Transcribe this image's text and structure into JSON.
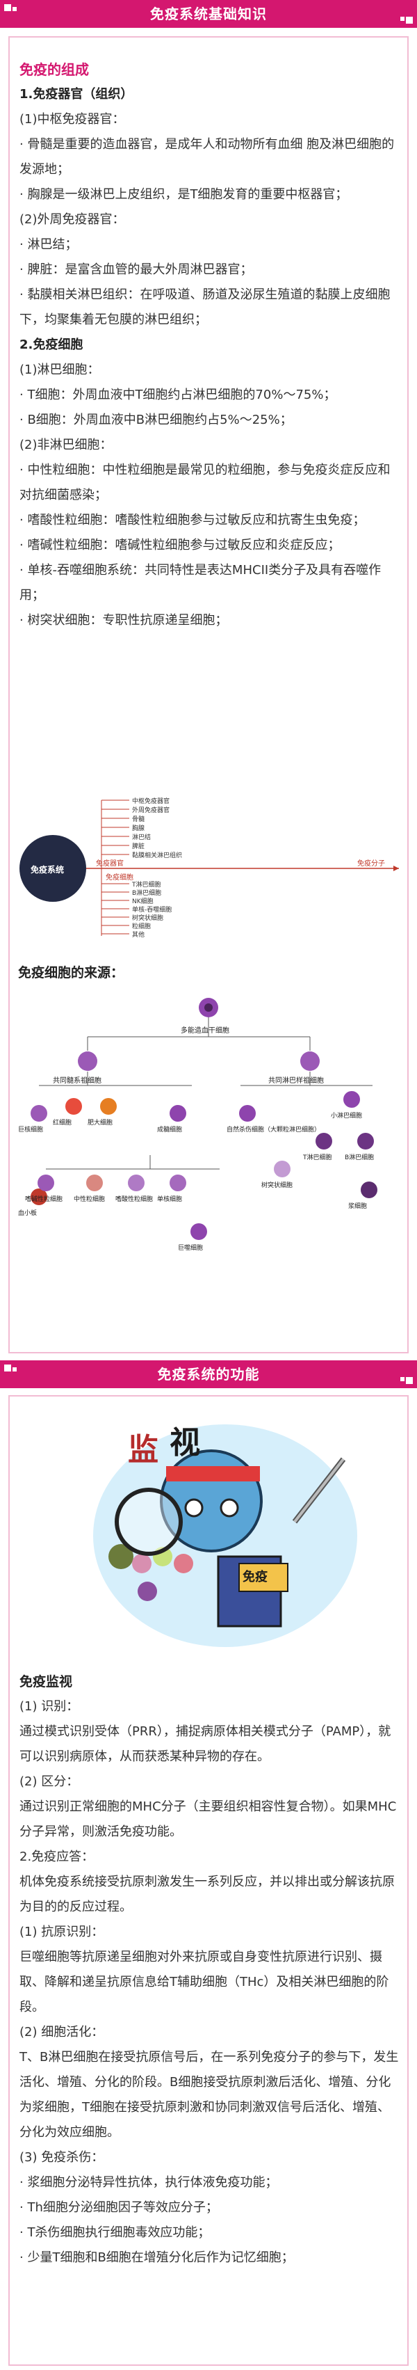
{
  "section1": {
    "header": "免疫系统基础知识",
    "heading": "免疫的组成",
    "paragraphs": [
      "1.免疫器官（组织）",
      "(1)中枢免疫器官：",
      "· 骨髓是重要的造血器官，是成年人和动物所有血细 胞及淋巴细胞的发源地；",
      "· 胸腺是一级淋巴上皮组织，是T细胞发育的重要中枢器官；",
      "(2)外周免疫器官：",
      "· 淋巴结；",
      "· 脾脏：是富含血管的最大外周淋巴器官；",
      "· 黏膜相关淋巴组织：在呼吸道、肠道及泌尿生殖道的黏膜上皮细胞下，均聚集着无包膜的淋巴组织；",
      "2.免疫细胞",
      "(1)淋巴细胞：",
      "· T细胞：外周血液中T细胞约占淋巴细胞的70%～75%；",
      "· B细胞：外周血液中B淋巴细胞约占5%～25%；",
      "(2)非淋巴细胞：",
      "· 中性粒细胞：中性粒细胞是最常见的粒细胞，参与免疫炎症反应和对抗细菌感染；",
      "· 嗜酸性粒细胞：嗜酸性粒细胞参与过敏反应和抗寄生虫免疫；",
      "· 嗜碱性粒细胞：嗜碱性粒细胞参与过敏反应和炎症反应；",
      "· 单核-吞噬细胞系统：共同特性是表达MHCII类分子及具有吞噬作用；",
      "· 树突状细胞：专职性抗原递呈细胞；"
    ],
    "diagram": {
      "center": "免疫系统",
      "organ_label": "免疫器官",
      "molecule_label": "免疫分子",
      "cell_label": "免疫细胞",
      "top_items": [
        "中枢免疫器官",
        "外周免疫器官",
        "骨髓",
        "胸腺",
        "淋巴结",
        "脾脏",
        "黏膜相关淋巴组织"
      ],
      "bottom_items": [
        "T淋巴细胞",
        "B淋巴细胞",
        "NK细胞",
        "单核-吞噬细胞",
        "树突状细胞",
        "粒细胞",
        "其他"
      ]
    },
    "origin_title": "免疫细胞的来源：",
    "origin": {
      "stem": "多能造血干细胞",
      "myeloid": "共同髓系祖细胞",
      "lymphoid": "共同淋巴样祖细胞",
      "cells": [
        "巨核细胞",
        "红细胞",
        "肥大细胞",
        "成髓细胞",
        "自然杀伤细胞（大颗粒淋巴细胞）",
        "小淋巴细胞",
        "T淋巴细胞",
        "B淋巴细胞",
        "浆细胞",
        "血小板",
        "嗜碱性粒细胞",
        "中性粒细胞",
        "嗜酸性粒细胞",
        "单核细胞",
        "树突状细胞",
        "巨噬细胞"
      ]
    }
  },
  "section2": {
    "header": "免疫系统的功能",
    "illustration_words": [
      "监",
      "视",
      "免疫"
    ],
    "paragraphs": [
      {
        "text": "免疫监视",
        "style": "h-black"
      },
      {
        "text": "(1) 识别：",
        "style": ""
      },
      {
        "text": "通过模式识别受体（PRR），捕捉病原体相关模式分子（PAMP），就可以识别病原体，从而获悉某种异物的存在。",
        "style": ""
      },
      {
        "text": "(2) 区分：",
        "style": ""
      },
      {
        "text": "通过识别正常细胞的MHC分子（主要组织相容性复合物）。如果MHC分子异常，则激活免疫功能。",
        "style": ""
      },
      {
        "text": "2.免疫应答：",
        "style": ""
      },
      {
        "text": "机体免疫系统接受抗原刺激发生一系列反应，并以排出或分解该抗原为目的的反应过程。",
        "style": ""
      },
      {
        "text": "(1) 抗原识别：",
        "style": ""
      },
      {
        "text": "巨噬细胞等抗原递呈细胞对外来抗原或自身变性抗原进行识别、摄取、降解和递呈抗原信息给T辅助细胞（THc）及相关淋巴细胞的阶段。",
        "style": ""
      },
      {
        "text": "(2) 细胞活化：",
        "style": ""
      },
      {
        "text": "T、B淋巴细胞在接受抗原信号后，在一系列免疫分子的参与下，发生活化、增殖、分化的阶段。B细胞接受抗原刺激后活化、增殖、分化为浆细胞，T细胞在接受抗原刺激和协同刺激双信号后活化、增殖、分化为效应细胞。",
        "style": ""
      },
      {
        "text": "(3) 免疫杀伤：",
        "style": ""
      },
      {
        "text": "· 浆细胞分泌特异性抗体，执行体液免疫功能；",
        "style": ""
      },
      {
        "text": "· Th细胞分泌细胞因子等效应分子；",
        "style": ""
      },
      {
        "text": "· T杀伤细胞执行细胞毒效应功能；",
        "style": ""
      },
      {
        "text": "· 少量T细胞和B细胞在增殖分化后作为记忆细胞；",
        "style": ""
      }
    ]
  },
  "colors": {
    "accent": "#d4176f",
    "border": "#f2bcd3",
    "heading": "#d4176f"
  }
}
